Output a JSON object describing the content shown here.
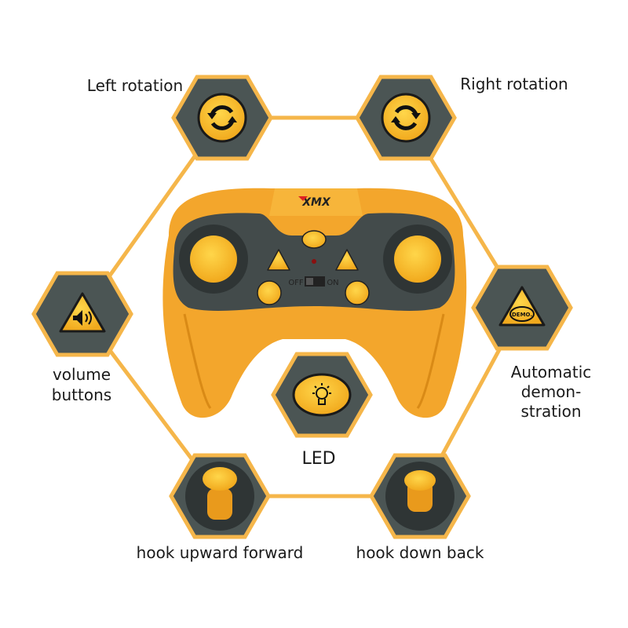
{
  "labels": {
    "left_rotation": "Left rotation",
    "right_rotation": "Right rotation",
    "volume_1": "volume",
    "volume_2": "buttons",
    "demo_1": "Automatic",
    "demo_2": "demon-",
    "demo_3": "stration",
    "led": "LED",
    "hook_up": "hook upward forward",
    "hook_down": "hook down back"
  },
  "controller": {
    "brand": "XMX",
    "switch_off": "OFF",
    "switch_on": "ON",
    "demo_badge": "DEMO."
  },
  "colors": {
    "orange": "#f3a62c",
    "hex_fill": "#4b5554",
    "hex_border": "#f5b64a",
    "button": "#f7c02a",
    "dark": "#3f4746"
  }
}
